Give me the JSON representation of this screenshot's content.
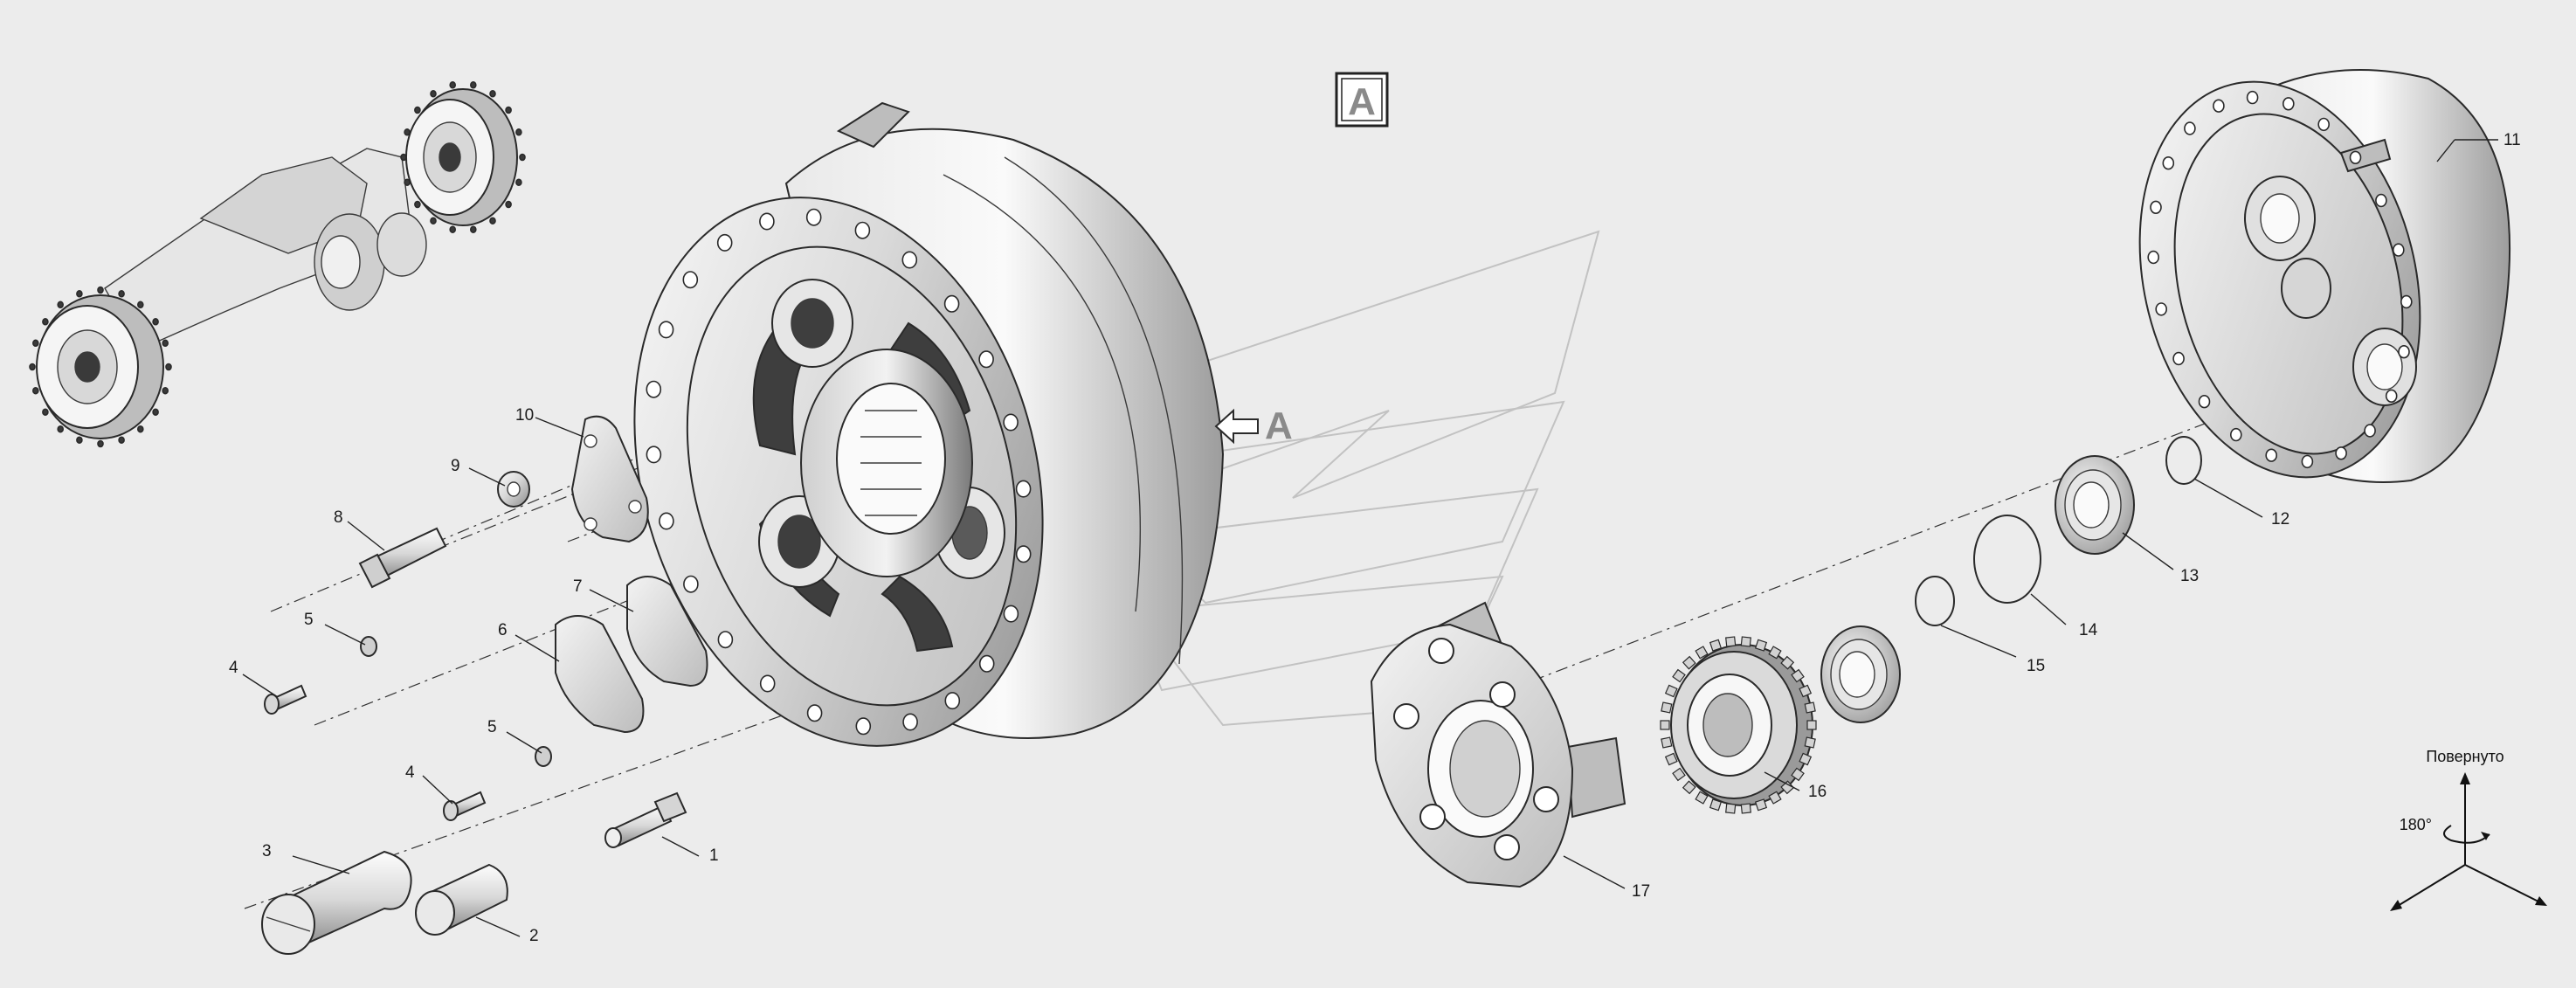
{
  "view_label": "A",
  "view_arrow_label": "A",
  "rotation": {
    "caption": "Повернуто",
    "angle": "180°"
  },
  "callouts": [
    {
      "id": "c1",
      "label": "1"
    },
    {
      "id": "c2",
      "label": "2"
    },
    {
      "id": "c3",
      "label": "3"
    },
    {
      "id": "c4a",
      "label": "4"
    },
    {
      "id": "c4b",
      "label": "4"
    },
    {
      "id": "c5a",
      "label": "5"
    },
    {
      "id": "c5b",
      "label": "5"
    },
    {
      "id": "c6",
      "label": "6"
    },
    {
      "id": "c7",
      "label": "7"
    },
    {
      "id": "c8",
      "label": "8"
    },
    {
      "id": "c9",
      "label": "9"
    },
    {
      "id": "c10",
      "label": "10"
    },
    {
      "id": "c11",
      "label": "11"
    },
    {
      "id": "c12",
      "label": "12"
    },
    {
      "id": "c13",
      "label": "13"
    },
    {
      "id": "c14",
      "label": "14"
    },
    {
      "id": "c15",
      "label": "15"
    },
    {
      "id": "c16",
      "label": "16"
    },
    {
      "id": "c17",
      "label": "17"
    }
  ],
  "colors": {
    "background": "#ececec",
    "metal_light": "#f6f6f6",
    "metal_mid": "#c9c9c9",
    "metal_dark": "#3e3e3e",
    "line": "#2a2a2a"
  }
}
